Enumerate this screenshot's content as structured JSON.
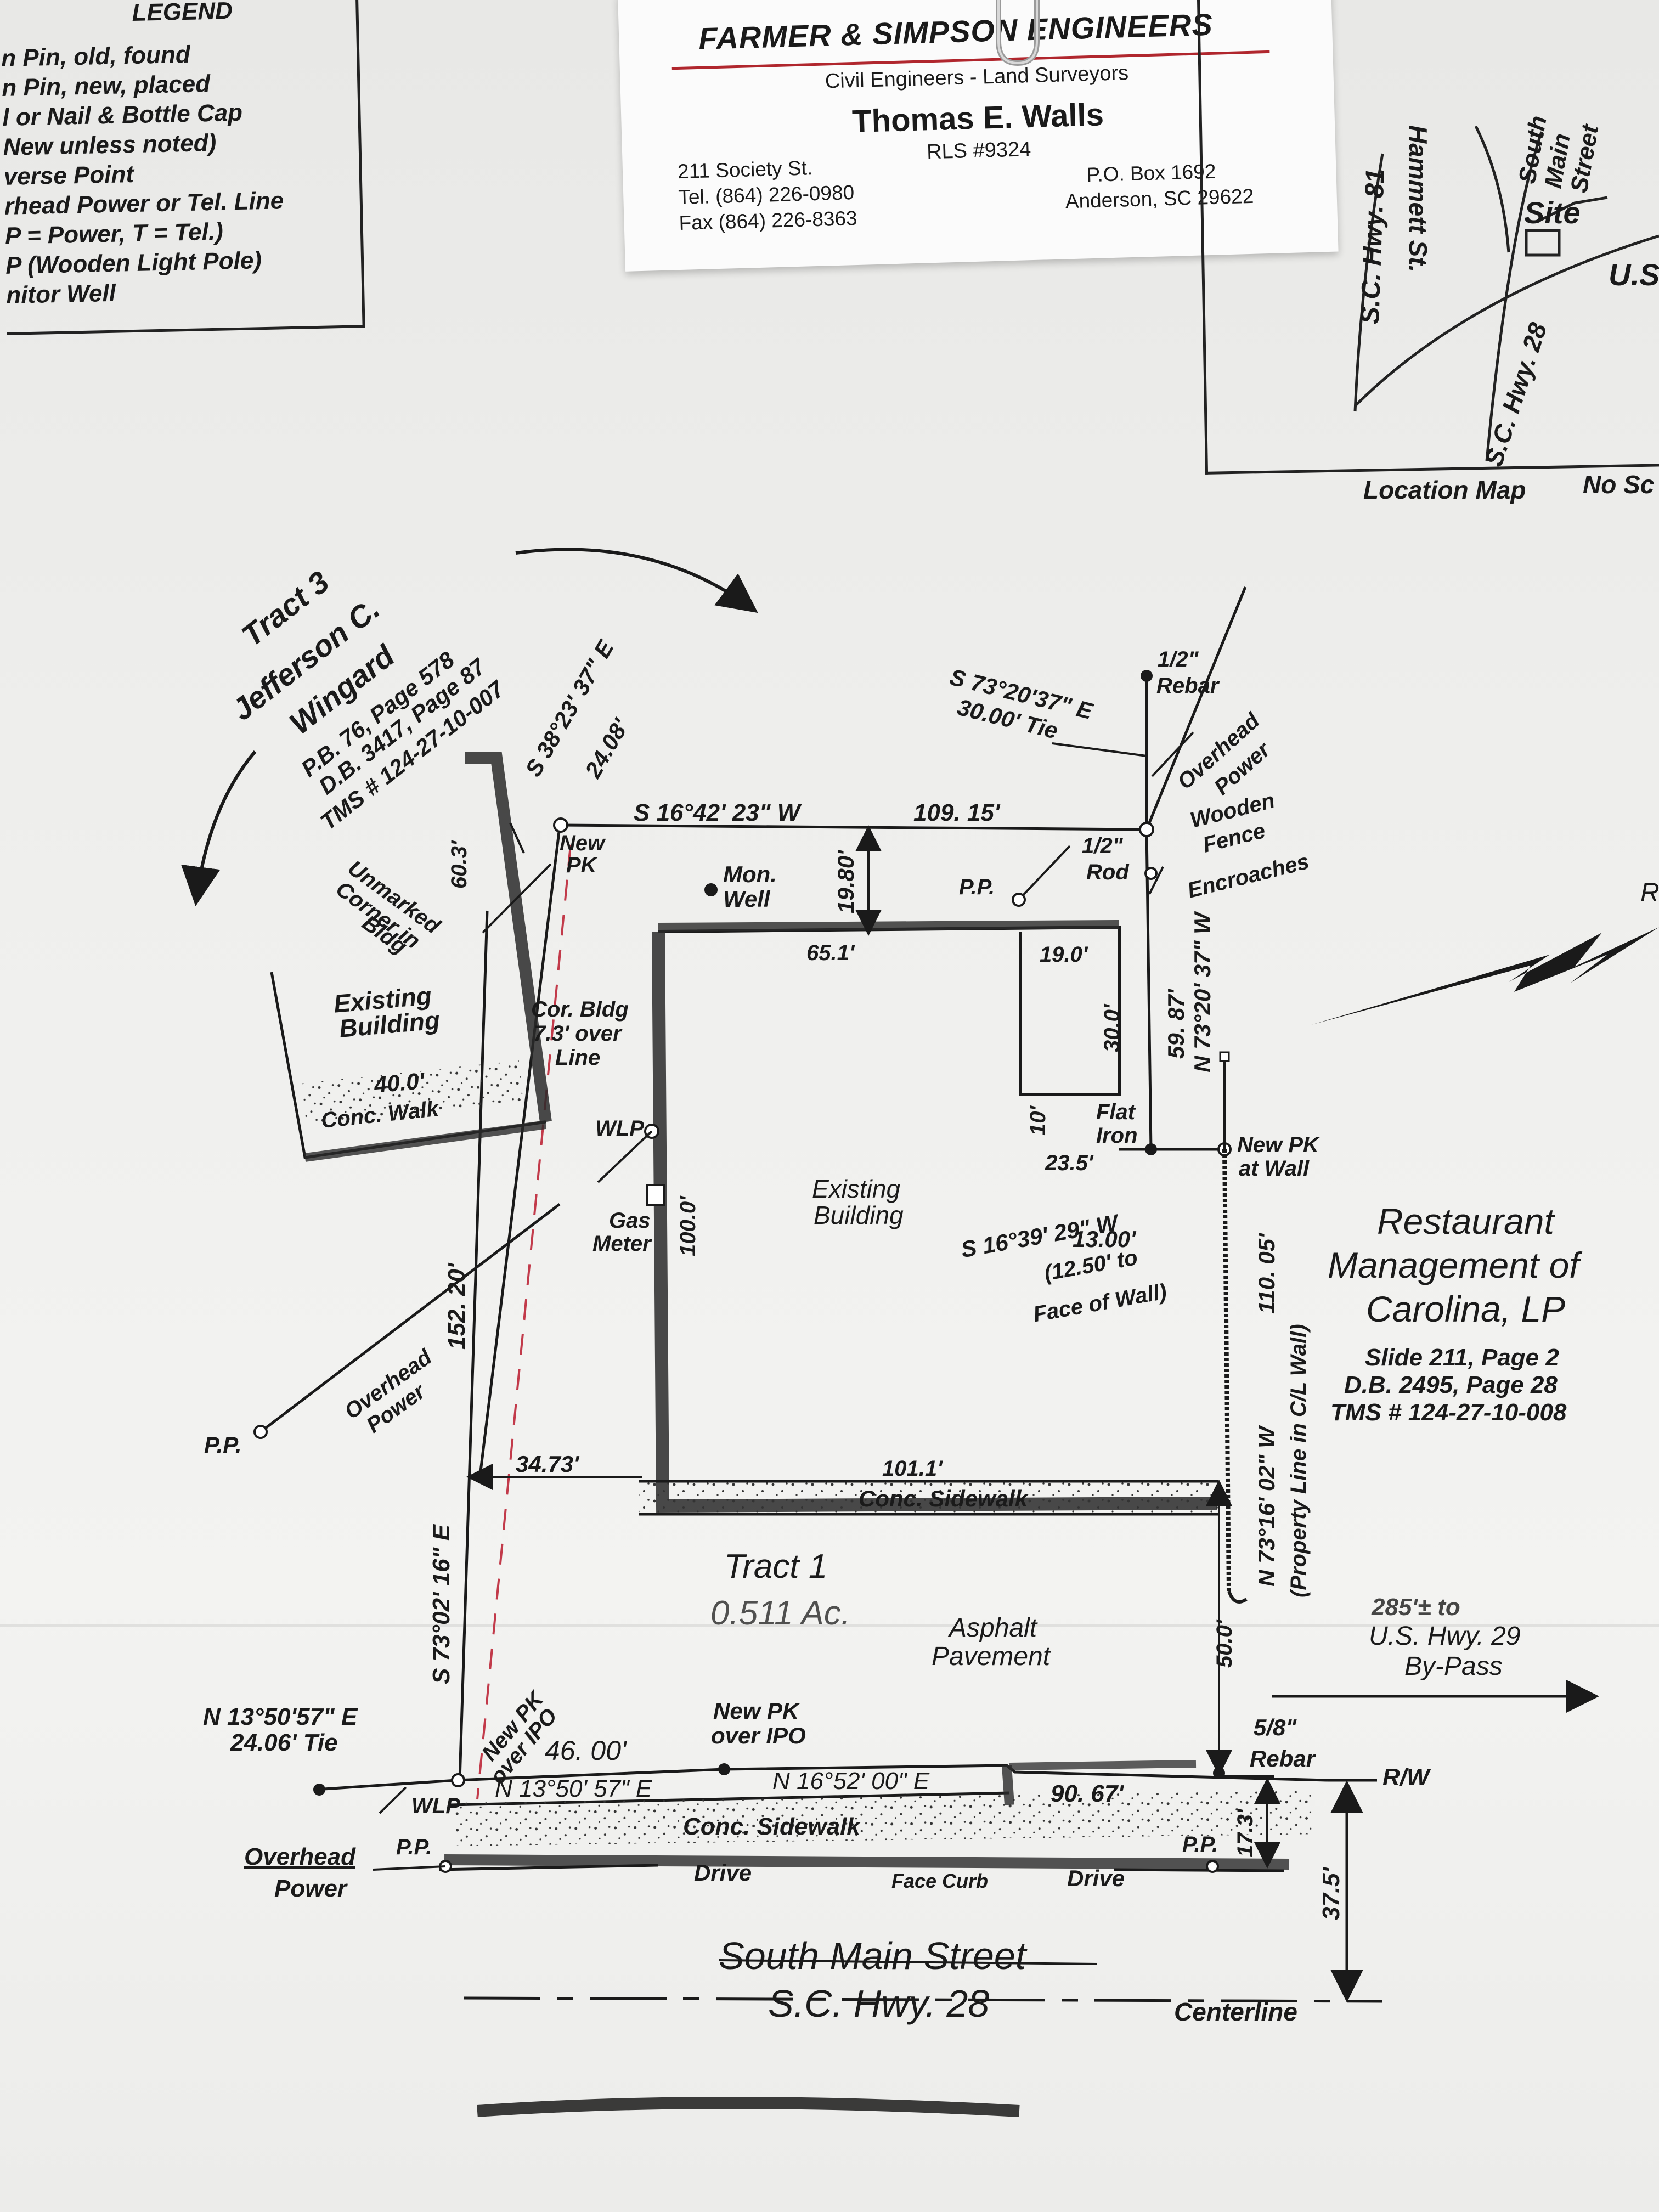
{
  "legend": {
    "title": "LEGEND",
    "entries": [
      "n Pin, old, found",
      "n Pin, new, placed",
      "l or Nail & Bottle Cap",
      "New unless noted)",
      "verse Point",
      "rhead Power or Tel. Line",
      "P = Power, T = Tel.)",
      "P (Wooden Light Pole)",
      "nitor Well"
    ]
  },
  "business_card": {
    "firm": "FARMER & SIMPSON ENGINEERS",
    "subtitle": "Civil Engineers - Land Surveyors",
    "name": "Thomas E. Walls",
    "rls": "RLS #9324",
    "street": "211 Society St.",
    "tel": "Tel. (864) 226-0980",
    "fax": "Fax (864) 226-8363",
    "po_box": "P.O. Box 1692",
    "city": "Anderson, SC 29622"
  },
  "location_map": {
    "hwy81": "S.C. Hwy. 81",
    "hammett": "Hammett St.",
    "south_main": "South Main Street",
    "site": "Site",
    "us": "U.S",
    "hwy28": "S.C. Hwy. 28",
    "caption": "Location Map",
    "no_scale": "No Sc"
  },
  "survey": {
    "tract3": {
      "line1": "Tract 3",
      "line2": "Jefferson C.",
      "line3": "Wingard",
      "line4": "P.B. 76, Page 578",
      "line5": "D.B. 3417, Page 87",
      "line6": "TMS # 124-27-10-007"
    },
    "bearings": {
      "top_left_bearing": "S 38°23' 37\" E",
      "top_left_dist": "24.08'",
      "top_line_bearing": "S 16°42' 23\" W",
      "top_line_dist": "109. 15'",
      "tie_bearing": "S 73°20'37\" E",
      "tie_dist": "30.00' Tie",
      "left_line_bearing": "S 73°02' 16\" E",
      "left_line_dist": "152. 20'",
      "right_upper_dist": "59. 87'",
      "right_upper_bearing": "N 73°20' 37\" W",
      "mid_bearing": "S 16°39' 29\" W",
      "mid_dist": "13.00'",
      "mid_note": "(12.50' to",
      "mid_note2": "Face of Wall)",
      "right_lower_dist": "110. 05'",
      "right_lower_bearing": "N 73°16' 02\" W",
      "right_lower_note": "(Property Line in C/L Wall)",
      "bottom_tie_bearing": "N 13°50'57\" E",
      "bottom_tie_dist": "24.06' Tie",
      "bottom_left_dist": "46. 00'",
      "bottom_left_bearing": "N 13°50' 57\" E",
      "bottom_right_bearing": "N 16°52' 00\" E",
      "bottom_right_dist": "90. 67'"
    },
    "labels": {
      "new_pk_top": "New",
      "new_pk_top2": "PK",
      "mon_well": "Mon.",
      "mon_well2": "Well",
      "dim_19_80": "19.80'",
      "half_rebar": "1/2\"",
      "rebar": "Rebar",
      "overhead_power_top": "Overhead",
      "overhead_power_top2": "Power",
      "half_rod": "1/2\"",
      "rod": "Rod",
      "pp_top": "P.P.",
      "wooden_fence": "Wooden",
      "wooden_fence2": "Fence",
      "wooden_fence3": "Encroaches",
      "unmarked1": "Unmarked",
      "unmarked2": "Corner in",
      "unmarked3": "Bldg",
      "dim_60_3": "60.3'",
      "existing_building_left": "Existing",
      "existing_building_left2": "Building",
      "dim_40": "40.0'",
      "conc_walk": "Conc. Walk",
      "cor_bldg1": "Cor. Bldg",
      "cor_bldg2": "7.3' over",
      "cor_bldg3": "Line",
      "dim_65_1": "65.1'",
      "dim_19_0": "19.0'",
      "dim_30_0": "30.0'",
      "dim_10": "10'",
      "flat_iron": "Flat",
      "flat_iron2": "Iron",
      "dim_23_5": "23.5'",
      "new_pk_wall": "New PK",
      "new_pk_wall2": "at Wall",
      "wlp": "WLP",
      "gas_meter": "Gas",
      "gas_meter2": "Meter",
      "dim_100": "100.0'",
      "existing_building": "Existing",
      "existing_building2": "Building",
      "overhead_power_left": "Overhead",
      "overhead_power_left2": "Power",
      "pp_left": "P.P.",
      "dim_34_73": "34.73'",
      "dim_101_1": "101.1'",
      "conc_sidewalk": "Conc. Sidewalk",
      "tract1": "Tract 1",
      "tract1_acres": "0.511 Ac.",
      "asphalt": "Asphalt",
      "asphalt2": "Pavement",
      "dim_50": "50.0'",
      "to_bypass": "285'± to",
      "to_bypass2": "U.S. Hwy. 29",
      "to_bypass3": "By-Pass",
      "new_pk_ipo1": "New PK",
      "new_pk_ipo2": "over IPO",
      "new_pk_ipo3": "New PK",
      "new_pk_ipo4": "over IPO",
      "rebar_58": "5/8\"",
      "rebar_58b": "Rebar",
      "rw": "R/W",
      "wlp_bottom": "WLP",
      "pp_bottom": "P.P.",
      "overhead_bottom": "Overhead",
      "overhead_bottom2": "Power",
      "conc_sidewalk_bottom": "Conc. Sidewalk",
      "drive1": "Drive",
      "face_curb": "Face Curb",
      "drive2": "Drive",
      "pp_bottom_right": "P.P.",
      "dim_17_3": "17.3'",
      "dim_37_5": "37.5'",
      "street_name": "South Main Street",
      "street_hwy": "S.C. Hwy. 28",
      "centerline": "Centerline",
      "r_edge": "R"
    },
    "restaurant": {
      "line1": "Restaurant",
      "line2": "Management of",
      "line3": "Carolina, LP",
      "line4": "Slide 211, Page 2",
      "line5": "D.B. 2495, Page 28",
      "line6": "TMS # 124-27-10-008"
    }
  }
}
